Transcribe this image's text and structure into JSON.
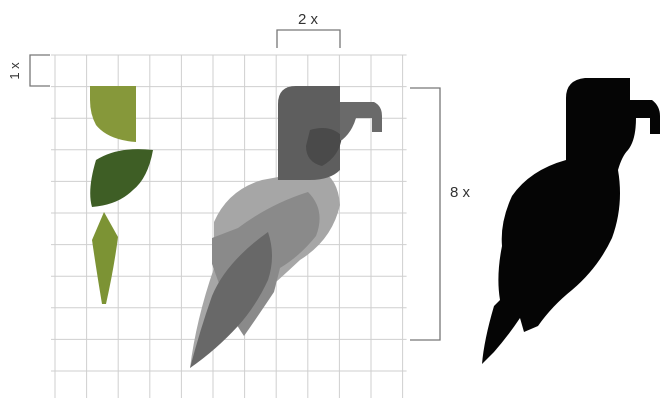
{
  "dimensions": {
    "top_span": "2 x",
    "left_unit": "1 x",
    "right_span": "8 x"
  },
  "colors": {
    "background": "#ffffff",
    "grid_line": "#cfcfcf",
    "dimension_line": "#777777",
    "leaf_light": "#86983a",
    "leaf_dark": "#3e5e25",
    "leaf_mid": "#7c9334",
    "parrot_head": "#5e5e5e",
    "parrot_head_overlap": "#4a4a4a",
    "parrot_beak": "#6a6a6a",
    "parrot_body_light": "#a6a6a6",
    "parrot_body_mid": "#8a8a8a",
    "parrot_wing": "#686868",
    "silhouette": "#050505"
  }
}
